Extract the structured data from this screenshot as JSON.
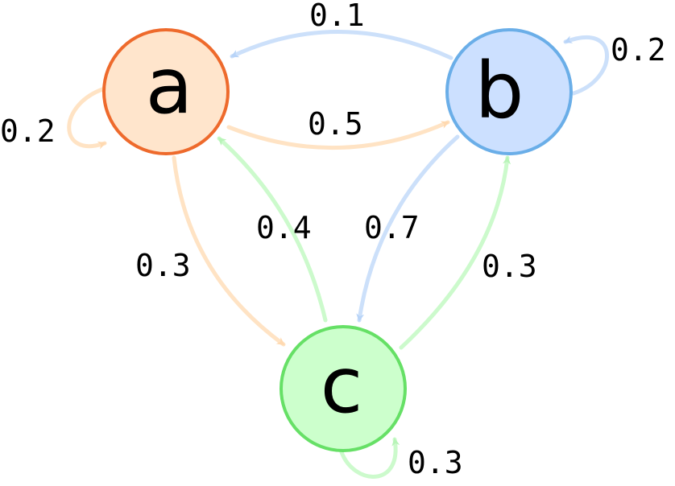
{
  "colors": {
    "a_fill": "#FFE5CC",
    "a_stroke": "#EE6A2C",
    "a_edge": "#FFE3C4",
    "b_fill": "#CCE0FF",
    "b_stroke": "#6AAEE8",
    "b_edge": "#CCE0FA",
    "c_fill": "#CCFFCC",
    "c_stroke": "#66E066",
    "c_edge": "#CCFACC"
  },
  "nodes": {
    "a": "a",
    "b": "b",
    "c": "c"
  },
  "edges": {
    "a_a": "0.2",
    "a_b": "0.5",
    "a_c": "0.3",
    "b_a": "0.1",
    "b_b": "0.2",
    "b_c": "0.7",
    "c_a": "0.4",
    "c_b": "0.3",
    "c_c": "0.3"
  }
}
